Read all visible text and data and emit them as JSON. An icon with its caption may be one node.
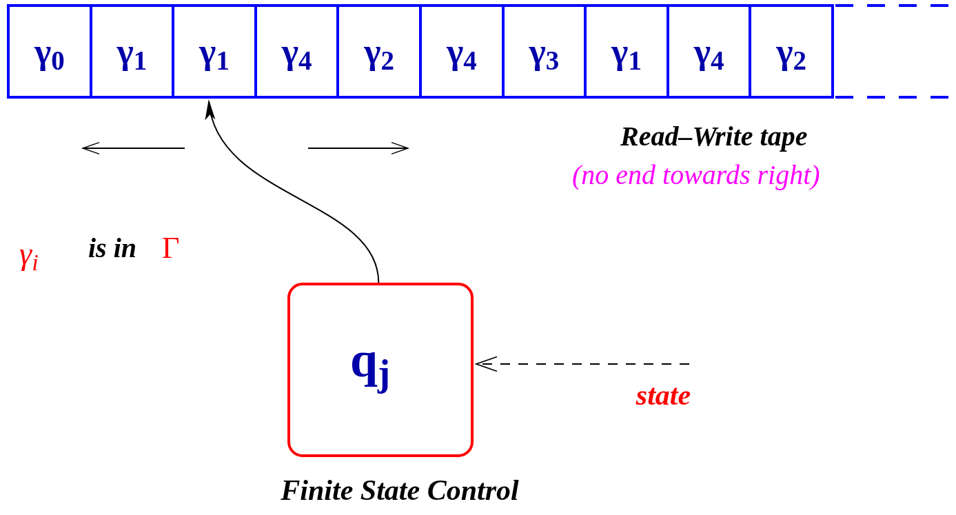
{
  "diagram": {
    "nodes": [
      {
        "text": [
          "γ$_{0}$"
        ]
      },
      {
        "text": [
          "γ$_{1}$"
        ]
      },
      {
        "text": [
          "γ$_{1}$"
        ]
      },
      {
        "text": [
          "γ$_{4}$"
        ]
      },
      {
        "text": [
          "γ$_{2}$"
        ]
      },
      {
        "text": [
          "γ$_{4}$"
        ]
      },
      {
        "text": [
          "γ$_{3}$"
        ]
      },
      {
        "text": [
          "γ$_{1}$"
        ]
      },
      {
        "text": [
          "γ$_{4}$"
        ]
      },
      {
        "text": [
          "γ$_{2}$"
        ]
      },
      {
        "text": [
          "q$_{j}$"
        ],
        "beside": [
          "Finite State Control"
        ]
      },
      {
        "text": [
          "state"
        ]
      }
    ],
    "edges": [
      {
        "from": 10,
        "to": 2,
        "arrow": "to"
      },
      {
        "from": 11,
        "to": 10,
        "arrow": "to",
        "style": "dashed"
      }
    ],
    "labels": [
      "Read–Write tape",
      "(no end towards right)",
      "γ$_{i}$",
      "is in",
      "Γ"
    ]
  }
}
